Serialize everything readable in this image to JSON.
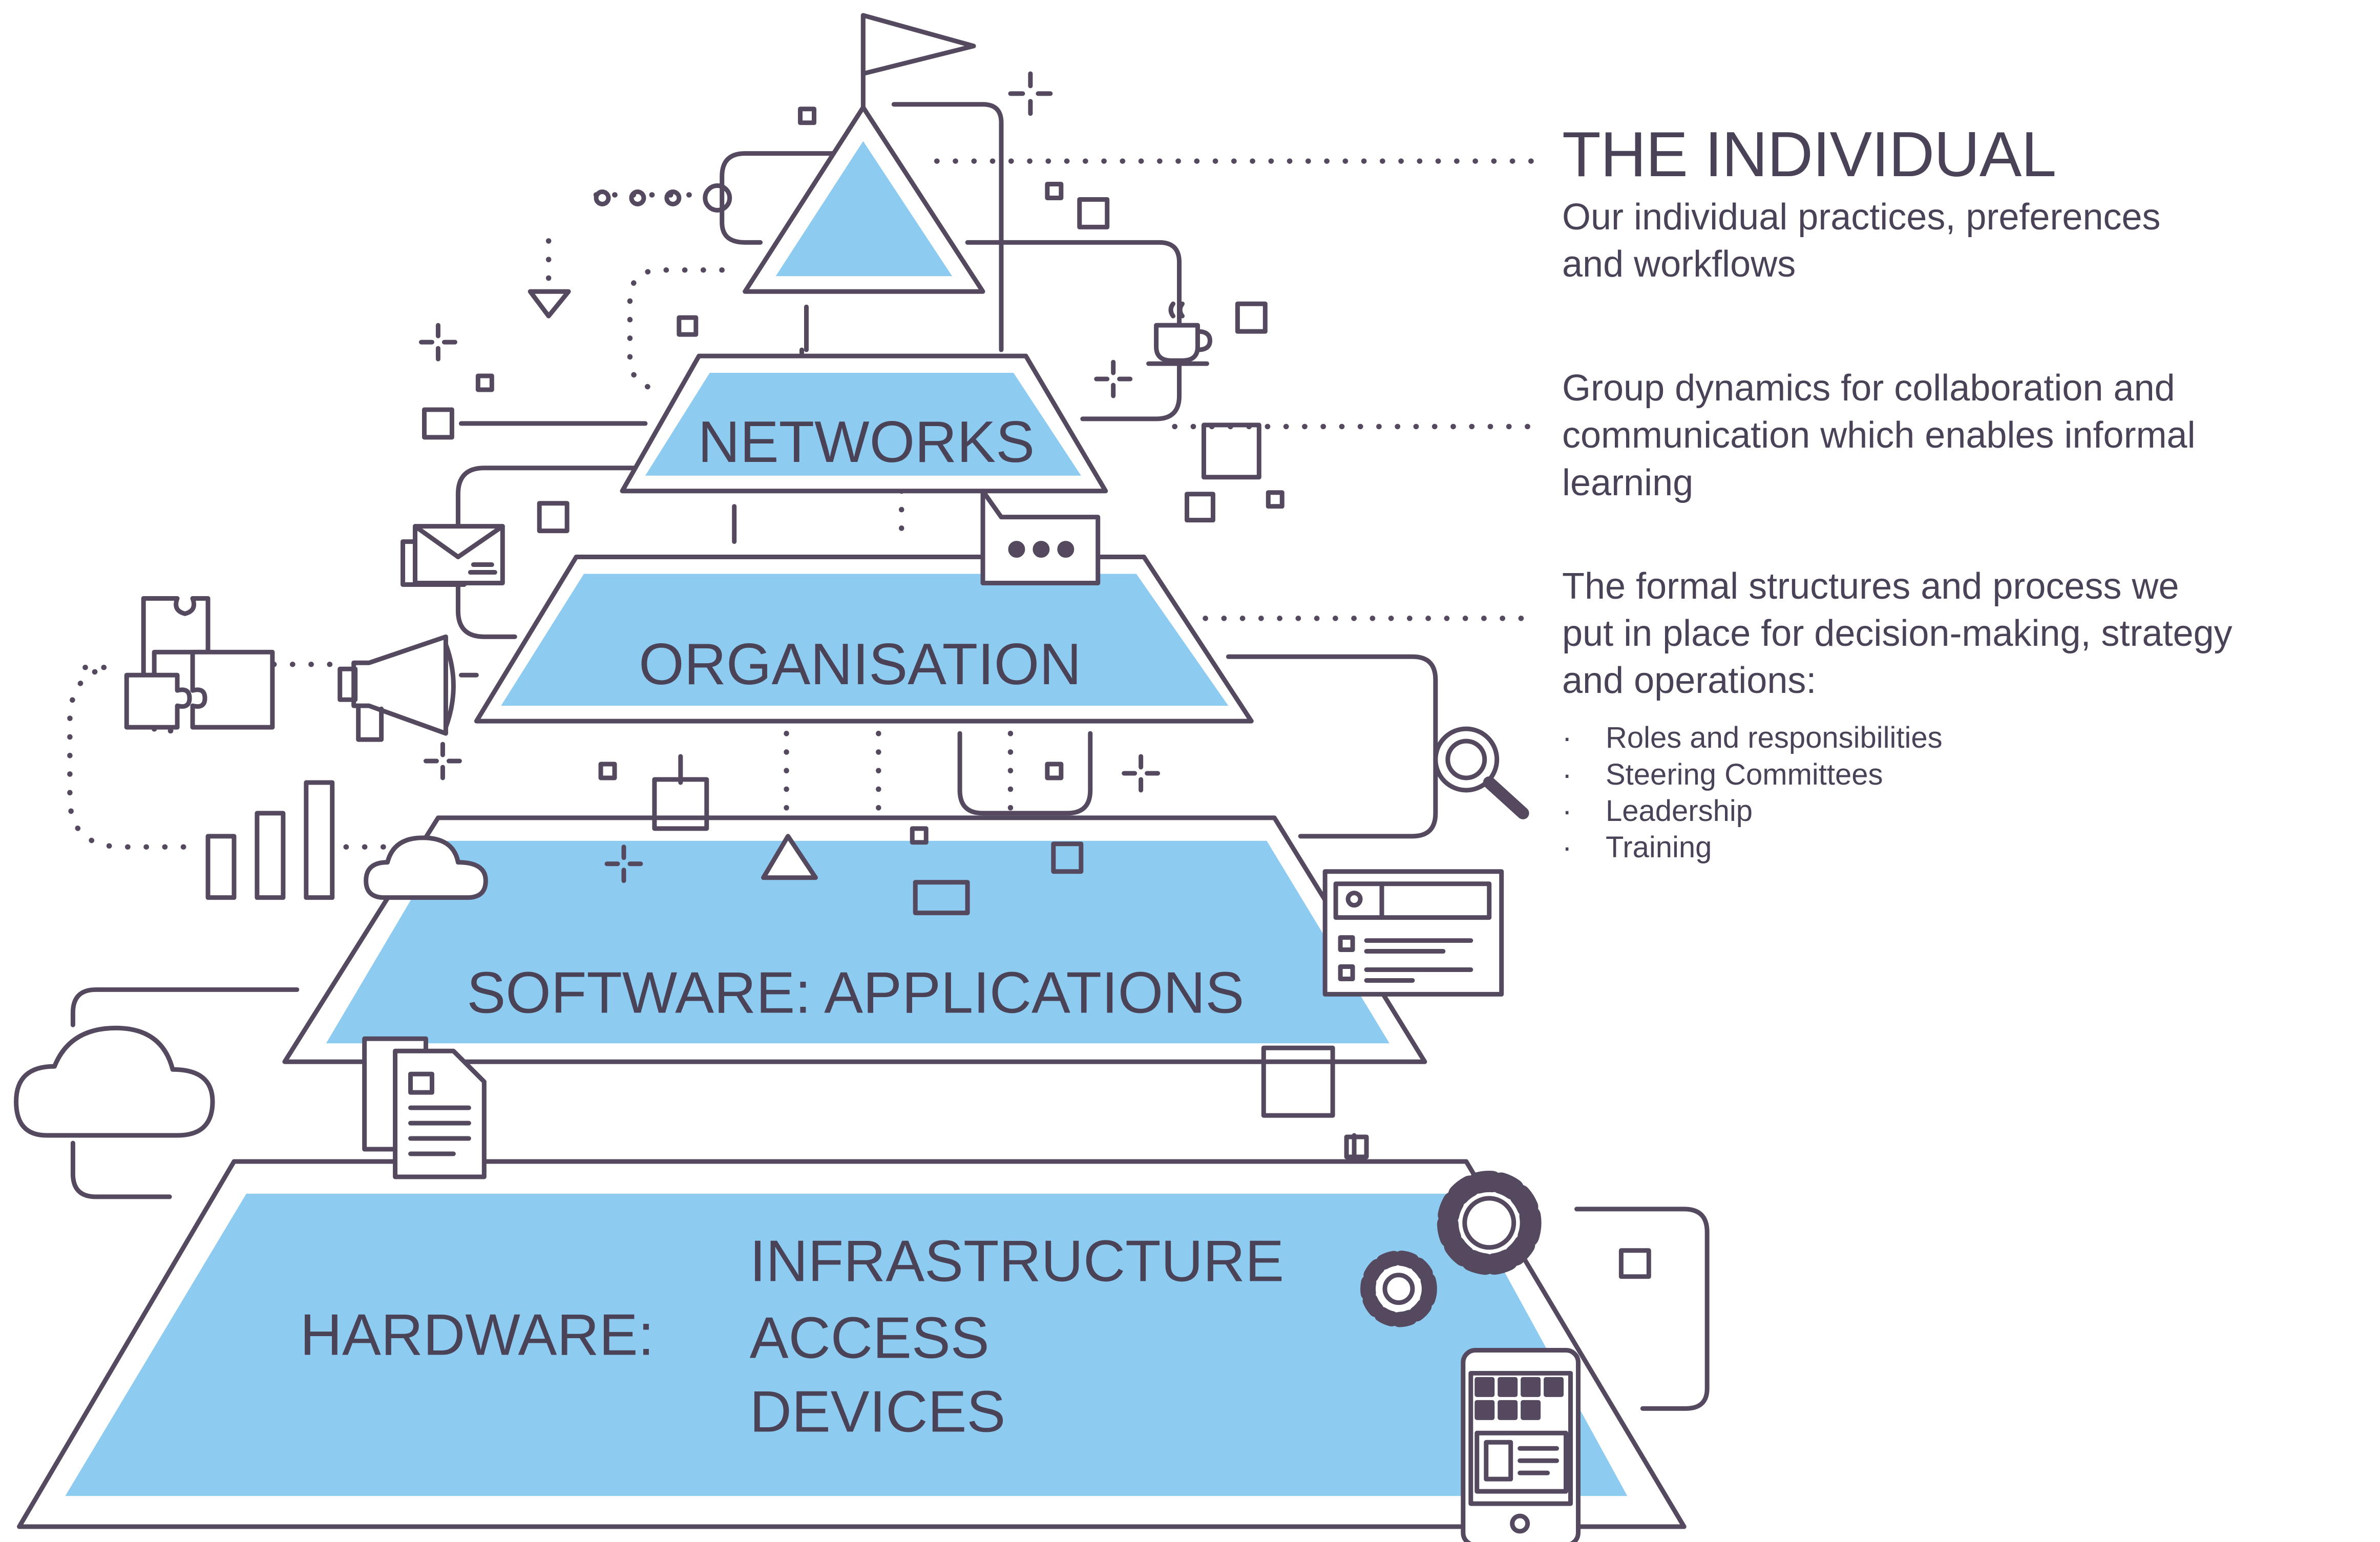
{
  "colors": {
    "outline": "#55495f",
    "fill": "#8ecbf0",
    "text": "#4a4256",
    "background": "#ffffff"
  },
  "pyramid": {
    "tiers": [
      {
        "id": "individual",
        "label": ""
      },
      {
        "id": "networks",
        "label": "NETWORKS"
      },
      {
        "id": "organisation",
        "label": "ORGANISATION"
      },
      {
        "id": "software",
        "label": "SOFTWARE: APPLICATIONS"
      },
      {
        "id": "hardware",
        "label": "HARDWARE:",
        "items": [
          "INFRASTRUCTURE",
          "ACCESS",
          "DEVICES"
        ]
      }
    ]
  },
  "descriptions": {
    "individual": {
      "title": "THE INDIVIDUAL",
      "lines": [
        "Our individual practices, preferences",
        "and workflows"
      ]
    },
    "networks": {
      "lines": [
        "Group dynamics for collaboration and",
        "communication which enables informal",
        "learning"
      ]
    },
    "organisation": {
      "lines": [
        "The formal structures and process we",
        "put in place for decision-making, strategy",
        "and operations:"
      ],
      "bullets": [
        "Roles and responsibilities",
        "Steering Committees",
        "Leadership",
        "Training"
      ]
    }
  },
  "icons": [
    "flag-icon",
    "coffee-cup-icon",
    "envelope-icon",
    "chat-bubble-icon",
    "puzzle-icon",
    "megaphone-icon",
    "bar-chart-icon",
    "cloud-icon",
    "magnifier-icon",
    "browser-window-icon",
    "document-icon",
    "gear-icon",
    "tablet-icon",
    "sparkle-icon"
  ]
}
